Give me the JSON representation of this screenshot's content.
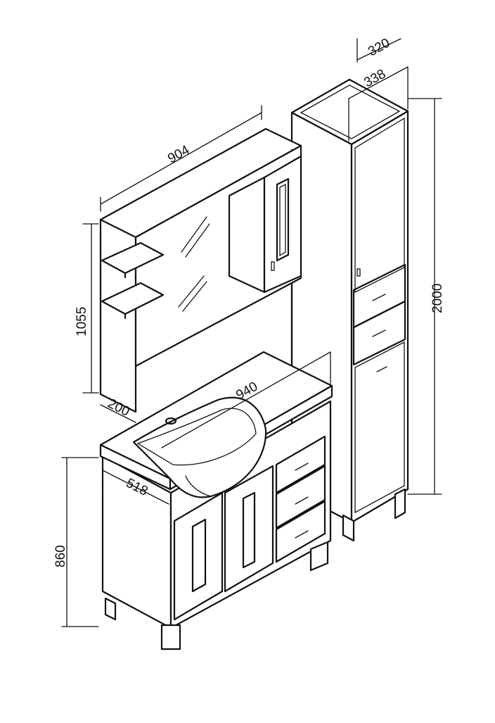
{
  "dimensions": {
    "mirror_width": "904",
    "mirror_height": "1055",
    "mirror_depth": "200",
    "vanity_width": "940",
    "vanity_depth": "518",
    "vanity_height": "860",
    "column_depth_outer": "338",
    "column_depth_inner": "320",
    "column_height": "2000"
  },
  "colors": {
    "line": "#111111",
    "background": "#ffffff"
  }
}
